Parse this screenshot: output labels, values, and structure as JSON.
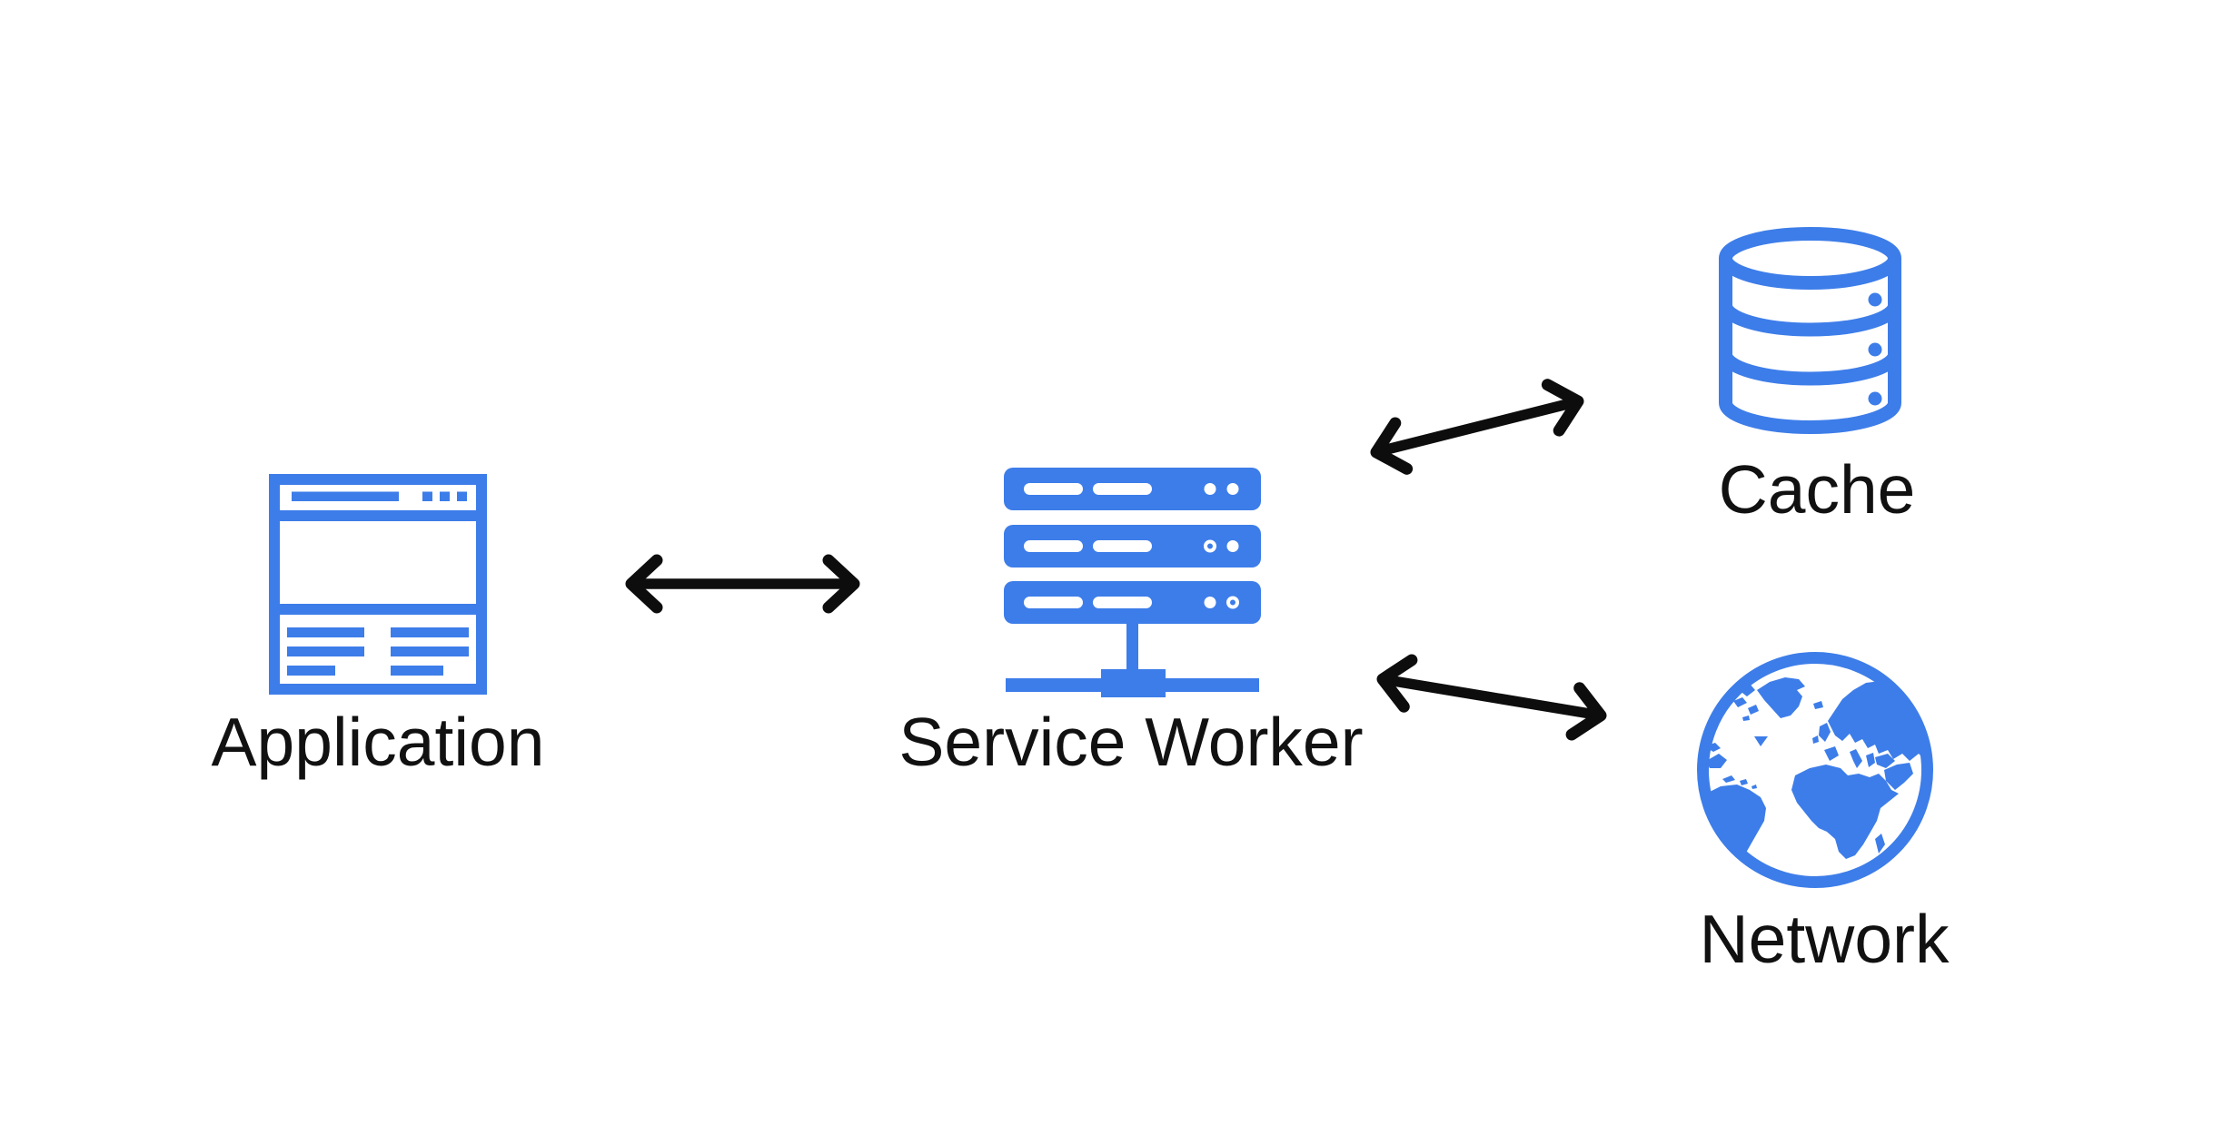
{
  "diagram": {
    "colors": {
      "background": "#ffffff",
      "accent_blue": "#3d7de9",
      "arrow_black": "#0d0d0d",
      "label_black": "#111111"
    },
    "nodes": [
      {
        "id": "application",
        "label": "Application",
        "icon": "browser-window-icon"
      },
      {
        "id": "service-worker",
        "label": "Service Worker",
        "icon": "server-stack-icon"
      },
      {
        "id": "cache",
        "label": "Cache",
        "icon": "database-icon"
      },
      {
        "id": "network",
        "label": "Network",
        "icon": "globe-icon"
      }
    ],
    "edges": [
      {
        "from": "application",
        "to": "service-worker",
        "style": "double-headed-arrow"
      },
      {
        "from": "service-worker",
        "to": "cache",
        "style": "double-headed-arrow"
      },
      {
        "from": "service-worker",
        "to": "network",
        "style": "double-headed-arrow"
      }
    ]
  }
}
